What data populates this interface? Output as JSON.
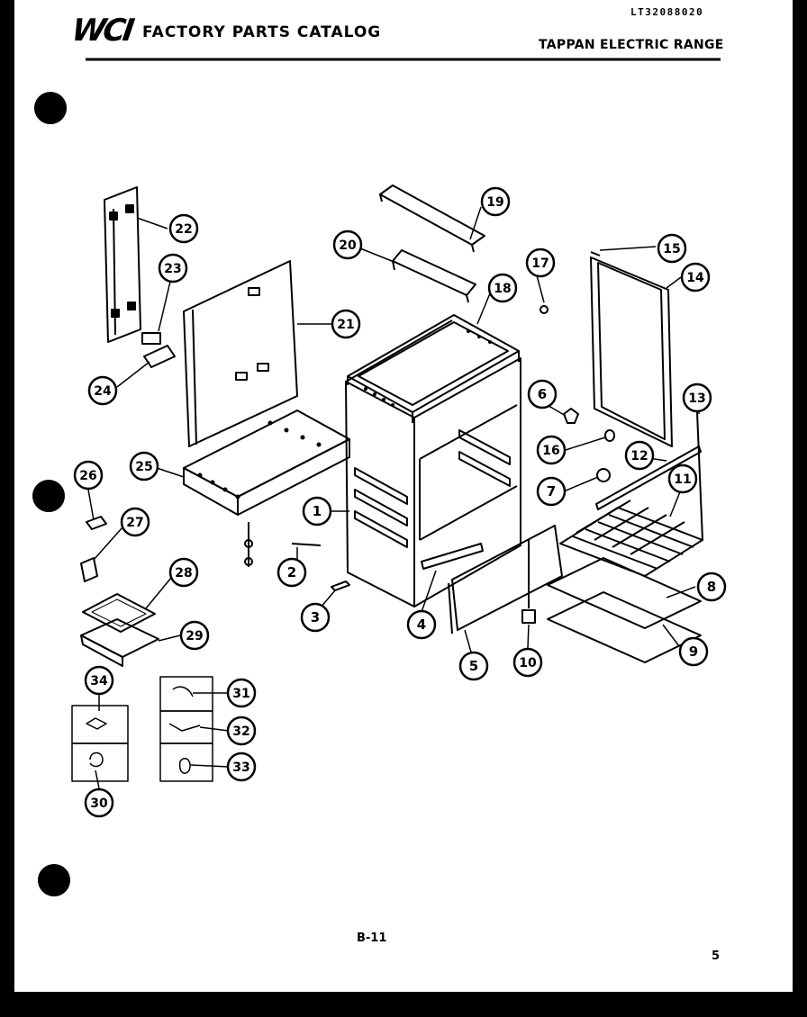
{
  "header": {
    "logo": "WCI",
    "catalog_title": "FACTORY PARTS CATALOG",
    "model_number": "LT32088020",
    "product_name": "TAPPAN ELECTRIC RANGE"
  },
  "footer": {
    "page_number": "B-11",
    "corner_number": "5"
  },
  "callouts": [
    {
      "id": "1",
      "label": "1"
    },
    {
      "id": "2",
      "label": "2"
    },
    {
      "id": "3",
      "label": "3"
    },
    {
      "id": "4",
      "label": "4"
    },
    {
      "id": "5",
      "label": "5"
    },
    {
      "id": "6",
      "label": "6"
    },
    {
      "id": "7",
      "label": "7"
    },
    {
      "id": "8",
      "label": "8"
    },
    {
      "id": "9",
      "label": "9"
    },
    {
      "id": "10",
      "label": "10"
    },
    {
      "id": "11",
      "label": "11"
    },
    {
      "id": "12",
      "label": "12"
    },
    {
      "id": "13",
      "label": "13"
    },
    {
      "id": "14",
      "label": "14"
    },
    {
      "id": "15",
      "label": "15"
    },
    {
      "id": "16",
      "label": "16"
    },
    {
      "id": "17",
      "label": "17"
    },
    {
      "id": "18",
      "label": "18"
    },
    {
      "id": "19",
      "label": "19"
    },
    {
      "id": "20",
      "label": "20"
    },
    {
      "id": "21",
      "label": "21"
    },
    {
      "id": "22",
      "label": "22"
    },
    {
      "id": "23",
      "label": "23"
    },
    {
      "id": "24",
      "label": "24"
    },
    {
      "id": "25",
      "label": "25"
    },
    {
      "id": "26",
      "label": "26"
    },
    {
      "id": "27",
      "label": "27"
    },
    {
      "id": "28",
      "label": "28"
    },
    {
      "id": "29",
      "label": "29"
    },
    {
      "id": "30",
      "label": "30"
    },
    {
      "id": "31",
      "label": "31"
    },
    {
      "id": "32",
      "label": "32"
    },
    {
      "id": "33",
      "label": "33"
    },
    {
      "id": "34",
      "label": "34"
    }
  ]
}
